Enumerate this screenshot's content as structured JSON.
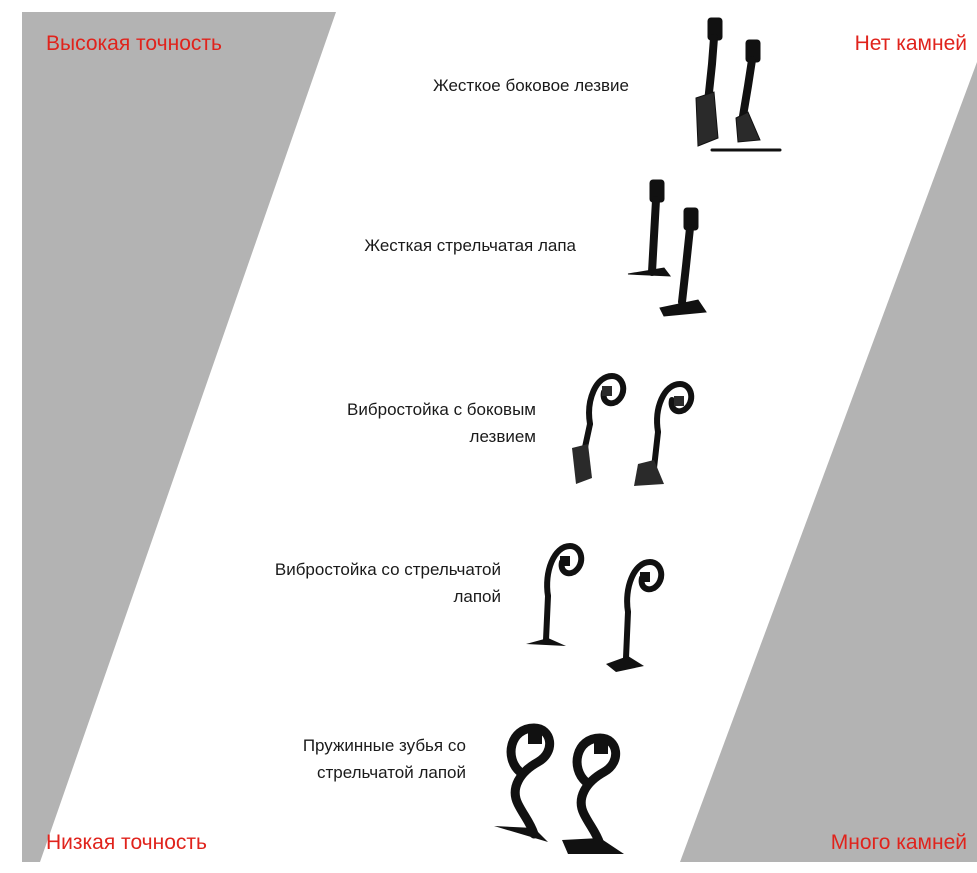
{
  "corners": {
    "top_left": "Высокая точность",
    "top_right": "Нет камней",
    "bottom_left": "Низкая точность",
    "bottom_right": "Много камней"
  },
  "colors": {
    "corner_text": "#e0231c",
    "band_gray": "#b3b3b3",
    "label_text": "#1a1a1a",
    "tool": "#111111"
  },
  "tools": [
    {
      "id": "rigid-side-blade",
      "lines": [
        "Жесткое боковое лезвие"
      ],
      "icon": "rigid-shank-side-blade-icon"
    },
    {
      "id": "rigid-sweep",
      "lines": [
        "Жесткая стрельчатая лапа"
      ],
      "icon": "rigid-shank-sweep-icon"
    },
    {
      "id": "vibro-side-blade",
      "lines": [
        "Вибростойка с боковым",
        "лезвием"
      ],
      "icon": "vibro-shank-side-blade-icon"
    },
    {
      "id": "vibro-sweep",
      "lines": [
        "Вибростойка со стрельчатой",
        "лапой"
      ],
      "icon": "vibro-shank-sweep-icon"
    },
    {
      "id": "spring-tine-sweep",
      "lines": [
        "Пружинные зубья со",
        "стрельчатой лапой"
      ],
      "icon": "spring-tine-sweep-icon"
    }
  ]
}
